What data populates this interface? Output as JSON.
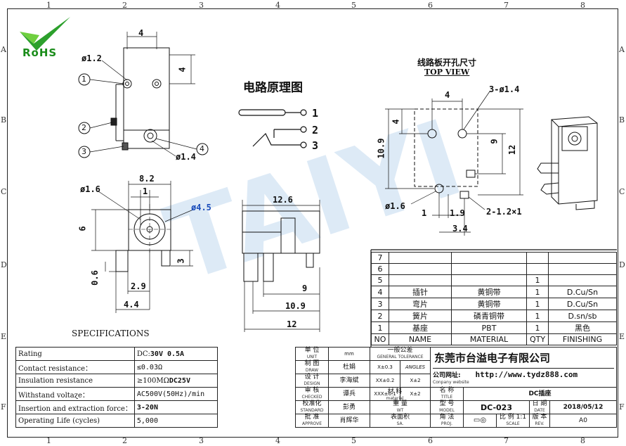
{
  "zones": {
    "columns": [
      "1",
      "2",
      "3",
      "4",
      "5",
      "6",
      "7",
      "8"
    ],
    "rows": [
      "A",
      "B",
      "C",
      "D",
      "E",
      "F"
    ]
  },
  "logo": {
    "text": "RoHS"
  },
  "watermark": {
    "text": "TAIYI"
  },
  "side_view": {
    "dim_top": "4",
    "dim_right": "4",
    "hole_small": "ø1.2",
    "hole_large": "ø1.4",
    "callouts": [
      "1",
      "2",
      "3",
      "4"
    ]
  },
  "circuit": {
    "title": "电路原理图",
    "pins": [
      "1",
      "2",
      "3"
    ]
  },
  "front_view": {
    "width": "8.2",
    "pitch": "1",
    "hole": "ø1.6",
    "outer": "ø4.5",
    "height": "6",
    "pin_len": "3",
    "pin_h": "0.6",
    "pin_w1": "2.9",
    "pin_w2": "4.4"
  },
  "bottom_view": {
    "top_dim": "12.6",
    "d9": "9",
    "d109": "10.9",
    "d12": "12"
  },
  "top_view": {
    "title_cn": "线路板开孔尺寸",
    "title_en": "TOP VIEW",
    "dim_4": "4",
    "hole_label": "3-ø1.4",
    "left_4": "4",
    "d109": "10.9",
    "d9": "9",
    "d12": "12",
    "hole16": "ø1.6",
    "d1": "1",
    "d19": "1.9",
    "d34": "3.4",
    "slot": "2-1.2×1"
  },
  "bom": {
    "rows": [
      {
        "no": "7",
        "name": "",
        "material": "",
        "qty": "",
        "finishing": ""
      },
      {
        "no": "6",
        "name": "",
        "material": "",
        "qty": "",
        "finishing": ""
      },
      {
        "no": "5",
        "name": "",
        "material": "",
        "qty": "1",
        "finishing": ""
      },
      {
        "no": "4",
        "name": "插针",
        "material": "黄铜带",
        "qty": "1",
        "finishing": "D.Cu/Sn"
      },
      {
        "no": "3",
        "name": "弯片",
        "material": "黄铜带",
        "qty": "1",
        "finishing": "D.Cu/Sn"
      },
      {
        "no": "2",
        "name": "簧片",
        "material": "磷青铜带",
        "qty": "1",
        "finishing": "D.sn/sb"
      },
      {
        "no": "1",
        "name": "基座",
        "material": "PBT",
        "qty": "1",
        "finishing": "黑色"
      }
    ],
    "headers": {
      "no": "NO",
      "name": "NAME",
      "material": "MATERIAL",
      "qty": "QTY",
      "finishing": "FINISHING"
    }
  },
  "specs": {
    "title": "SPECIFICATIONS",
    "rows": [
      {
        "label": "Rating",
        "value_prefix": "DC:",
        "value": "30V 0.5A"
      },
      {
        "label": "Contact resistance：",
        "value_prefix": "",
        "value": "≤0.03Ω"
      },
      {
        "label": "Insulation resistance",
        "value_prefix": "≥100MΩ",
        "value": "DC25V"
      },
      {
        "label": "Withstand voltaɀe：",
        "value_prefix": "",
        "value": "AC500V(50Hz)/min"
      },
      {
        "label": "Insertion and extraction force：",
        "value_prefix": "",
        "value": "3-20N"
      },
      {
        "label": "Operating Life (cycles)",
        "value_prefix": "",
        "value": "5,000"
      }
    ]
  },
  "title_block": {
    "unit_cn": "单 位",
    "unit_en": "UNIT",
    "unit_val": "mm",
    "draw_cn": "制 图",
    "draw_en": "DRAW",
    "draw_val": "杜娟",
    "design_cn": "设 计",
    "design_en": "DESIGN",
    "design_val": "李海斌",
    "checked_cn": "审 核",
    "checked_en": "CHECKED",
    "checked_val": "谭兵",
    "standard_cn": "校准化",
    "standard_en": "STANDARD",
    "standard_val": "彭勇",
    "approve_cn": "批 准",
    "approve_en": "APPROVE",
    "approve_val": "肖辉华",
    "tol_cn": "一般公差",
    "tol_en": "GENERAL TOLERANCE",
    "tol1": "X±0.3",
    "tol1b": "ANGLES",
    "tol2": "XX±0.2",
    "tol2b": "X±2",
    "tol3": "XXX±0.1",
    "tol3b": "X±2",
    "material_cn": "材 料",
    "material_en": "material",
    "weight_cn": "重 量",
    "weight_en": "WT",
    "surface_cn": "表面积",
    "surface_en": "SA.",
    "company": "东莞市台溢电子有限公司",
    "website_label": "公司网址:",
    "website_en": "Conpany website",
    "website": "http://www.tydz888.com",
    "name_cn": "名 称",
    "name_en": "TITLE",
    "name_val": "DC插座",
    "model_cn": "型 号",
    "model_en": "MODEL",
    "model_val": "DC-023",
    "proj_cn": "角 法",
    "proj_en": "PROJ.",
    "scale_cn": "比 例",
    "scale_en": "SCALE",
    "scale_val": "1:1",
    "rev_cn": "版 本",
    "rev_en": "REV.",
    "rev_val": "A0",
    "date_cn": "日 期",
    "date_en": "DATE",
    "date_val": "2018/05/12"
  }
}
